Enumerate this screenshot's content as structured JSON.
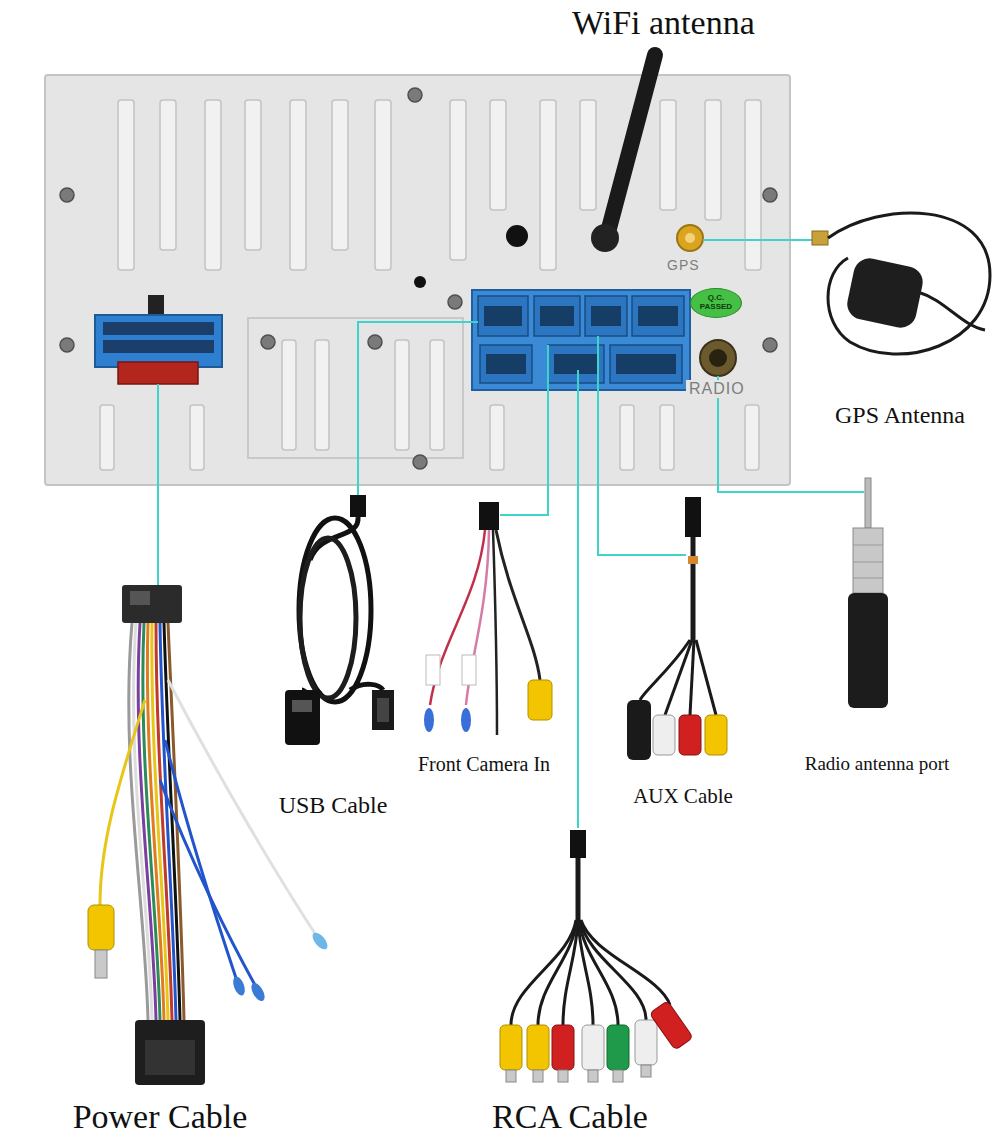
{
  "diagram": {
    "nodes": [
      {
        "text": [
          "GPS",
          "RADIO"
        ]
      },
      {
        "text": [
          "Q.C. PASSED"
        ],
        "in": 0
      },
      {
        "text": [
          "GPS Antenna"
        ]
      },
      {
        "text": [
          "Power Cable"
        ]
      },
      {
        "text": [
          "USB Cable"
        ]
      },
      {
        "text": [
          "Front Camera In"
        ]
      },
      {
        "text": [
          "AUX Cable"
        ]
      },
      {
        "text": [
          "RCA Cable"
        ]
      },
      {
        "text": [
          "Radio antenna port"
        ]
      }
    ],
    "edges": [
      {
        "from": 0,
        "to": 2,
        "arrow": "none"
      },
      {
        "from": 0,
        "to": 3,
        "arrow": "none"
      },
      {
        "from": 0,
        "to": 4,
        "arrow": "none"
      },
      {
        "from": 0,
        "to": 5,
        "arrow": "none"
      },
      {
        "from": 0,
        "to": 6,
        "arrow": "none"
      },
      {
        "from": 0,
        "to": 7,
        "arrow": "none"
      },
      {
        "from": 0,
        "to": 8,
        "arrow": "none"
      }
    ],
    "labels": [
      "WiFi antenna"
    ]
  }
}
